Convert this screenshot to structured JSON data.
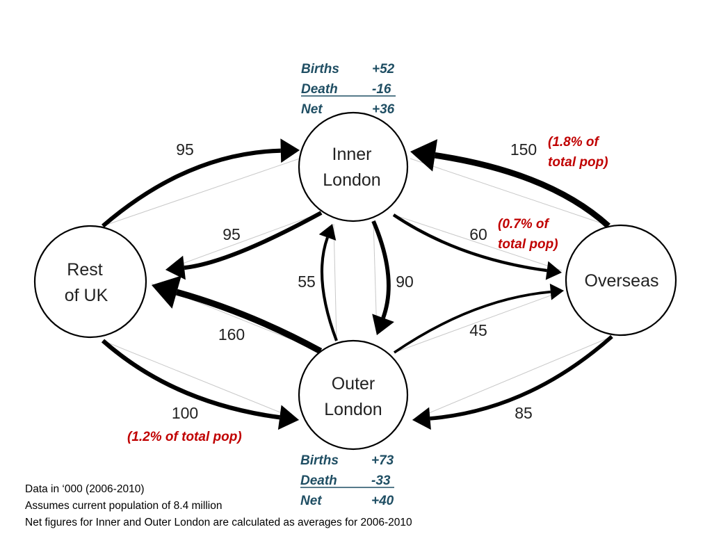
{
  "nodes": {
    "inner": [
      "Inner",
      "London"
    ],
    "outer": [
      "Outer",
      "London"
    ],
    "rest": [
      "Rest",
      "of UK"
    ],
    "overseas": [
      "Overseas"
    ]
  },
  "flows": {
    "rest_to_inner": "95",
    "inner_to_rest": "95",
    "overseas_to_inner": "150",
    "inner_to_overseas": "60",
    "outer_to_inner": "55",
    "inner_to_outer": "90",
    "outer_to_rest": "160",
    "rest_to_outer": "100",
    "outer_to_overseas": "45",
    "overseas_to_outer": "85"
  },
  "percent_notes": {
    "overseas_to_inner": [
      "(1.8% of",
      "total pop)"
    ],
    "inner_to_overseas": [
      "(0.7% of",
      "total pop)"
    ],
    "rest_to_outer": "(1.2% of total pop)"
  },
  "inner_stats": {
    "births_label": "Births",
    "births_value": "+52",
    "deaths_label": "Death",
    "deaths_value": "-16",
    "net_label": "Net",
    "net_value": "+36"
  },
  "outer_stats": {
    "births_label": "Births",
    "births_value": "+73",
    "deaths_label": "Death",
    "deaths_value": "-33",
    "net_label": "Net",
    "net_value": "+40"
  },
  "footnotes": [
    "Data in ‘000 (2006-2010)",
    "Assumes current population of 8.4 million",
    "Net figures for Inner and Outer London are calculated as averages for 2006-2010"
  ],
  "colors": {
    "stats_text": "#1f4e63",
    "percent_text": "#c00000",
    "arrow": "#000000"
  }
}
